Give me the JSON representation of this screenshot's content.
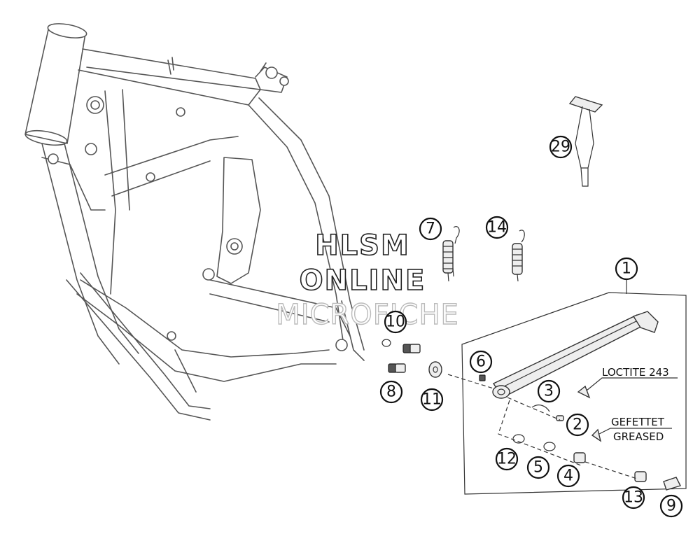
{
  "callouts": [
    {
      "id": "c1",
      "label": "1"
    },
    {
      "id": "c2",
      "label": "2"
    },
    {
      "id": "c3",
      "label": "3"
    },
    {
      "id": "c4",
      "label": "4"
    },
    {
      "id": "c5",
      "label": "5"
    },
    {
      "id": "c6",
      "label": "6"
    },
    {
      "id": "c7",
      "label": "7"
    },
    {
      "id": "c8",
      "label": "8"
    },
    {
      "id": "c9",
      "label": "9"
    },
    {
      "id": "c10",
      "label": "10"
    },
    {
      "id": "c11",
      "label": "11"
    },
    {
      "id": "c12",
      "label": "12"
    },
    {
      "id": "c13",
      "label": "13"
    },
    {
      "id": "c14",
      "label": "14"
    },
    {
      "id": "c29",
      "label": "29"
    }
  ],
  "notes": {
    "loctite": "LOCTITE 243",
    "gefettet": "GEFETTET",
    "greased": "GREASED"
  },
  "watermark": {
    "line1": "HLSM",
    "line2": "ONLINE",
    "line3": "MICROFICHE"
  }
}
